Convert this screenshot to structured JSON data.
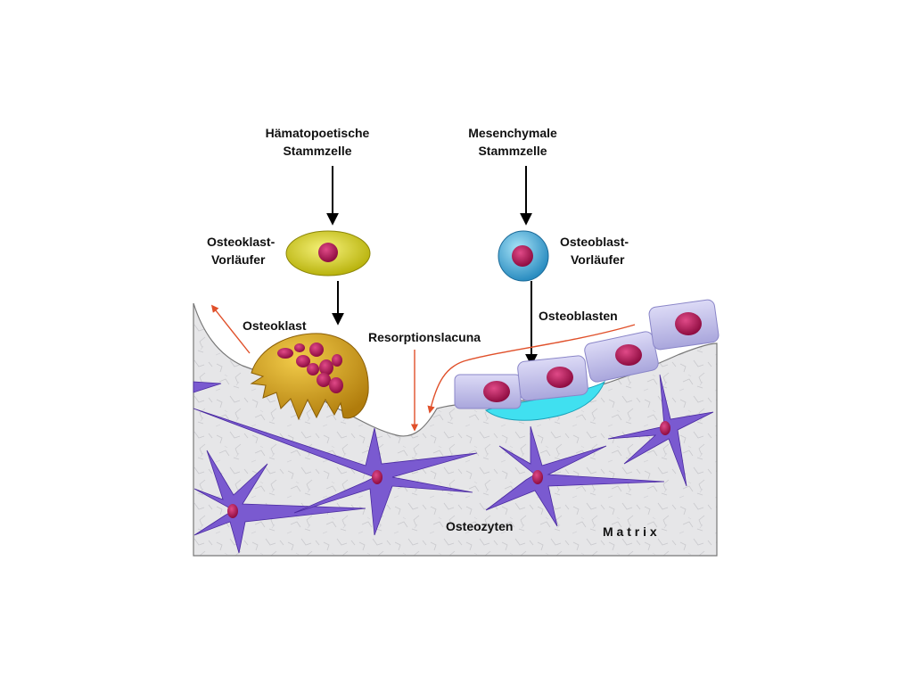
{
  "labels": {
    "hsc": {
      "line1": "Hämatopoetische",
      "line2": "Stammzelle"
    },
    "msc": {
      "line1": "Mesenchymale",
      "line2": "Stammzelle"
    },
    "osteoclast_precursor": {
      "line1": "Osteoklast-",
      "line2": "Vorläufer"
    },
    "osteoblast_precursor": {
      "line1": "Osteoblast-",
      "line2": "Vorläufer"
    },
    "osteoclast": "Osteoklast",
    "resorption": "Resorptionslacuna",
    "osteoblasts": "Osteoblasten",
    "osteocytes": "Osteozyten",
    "matrix": "M a t r i x"
  },
  "colors": {
    "osteoclast_precursor": "#d8d21a",
    "osteoclast": "#d9a41c",
    "osteoblast_precursor": "#3aa6d8",
    "osteoblast": "#c8c6ee",
    "osteocyte": "#7a5ad0",
    "nucleus": "#c0185a",
    "lining_cell": "#40e0f0",
    "matrix": "#e4e4e6",
    "arrow_black": "#000000",
    "arrow_orange": "#e0502a"
  }
}
